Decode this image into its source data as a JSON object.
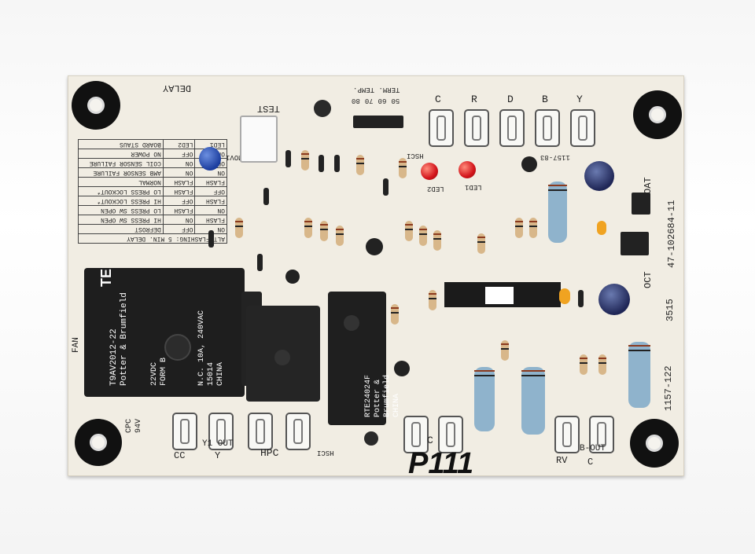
{
  "board": {
    "part_number": "47-102684-11",
    "id_code": "1157-122",
    "id_code_2": "1157-83",
    "code_3515": "3515",
    "oct_label": "OCT",
    "oat_label": "OAT",
    "handwritten_label": "P111"
  },
  "silkscreen": {
    "delay": "DELAY",
    "test": "TEST",
    "term_temp": "TERM. TEMP.",
    "temps": [
      "50",
      "60",
      "70",
      "80"
    ],
    "top_terminals": [
      "C",
      "R",
      "D",
      "B",
      "Y"
    ],
    "hsci_left": "HSCI",
    "hsci_right": "HSCI",
    "led2": "LED2",
    "led1": "LED1",
    "mov1": "MOV1",
    "fan": "FAN",
    "cpc": "CPC",
    "volt94": "94V",
    "cc": "CC",
    "y1_out": "Y1 OUT",
    "y": "Y",
    "hpc": "HPC",
    "c_label": "C",
    "rv": "RV",
    "b_out": "B-OUT",
    "c2": "C",
    "diag_title": "ALT FLASHING: 5 MIN. DELAY",
    "diag_rows": [
      [
        "ON",
        "OFF",
        "DEFROST"
      ],
      [
        "FLASH",
        "ON",
        "HI PRESS SW OPEN"
      ],
      [
        "ON",
        "FLASH",
        "LO PRESS SW OPEN"
      ],
      [
        "FLASH",
        "OFF",
        "HI PRESS LOCKOUT*"
      ],
      [
        "OFF",
        "FLASH",
        "LO PRESS LOCKOUT*"
      ],
      [
        "FLASH",
        "FLASH",
        "NORMAL"
      ],
      [
        "ON",
        "ON",
        "AMB SENSOR FAILURE"
      ],
      [
        "OFF",
        "ON",
        "COIL SENSOR FAILURE"
      ],
      [
        "OFF",
        "OFF",
        "NO POWER"
      ],
      [
        "LED1",
        "LED2",
        "BOARD STAUS"
      ]
    ]
  },
  "relays": {
    "te": {
      "brand": "TE",
      "model": "T9AV2012-22",
      "maker": "Potter & Brumfield",
      "rating": "N.C. 10A, 240VAC",
      "num": "15014",
      "country": "CHINA",
      "coil": "22VDC",
      "form": "FORM B"
    },
    "rte": {
      "model": "RTE24024F",
      "maker": "Potter & Brumfield",
      "country": "CHINA"
    }
  },
  "colors": {
    "board": "#f1ede3",
    "relay_black": "#1e1e1e",
    "led_red": "#d3141b",
    "capacitor_blue": "#1f2656"
  }
}
